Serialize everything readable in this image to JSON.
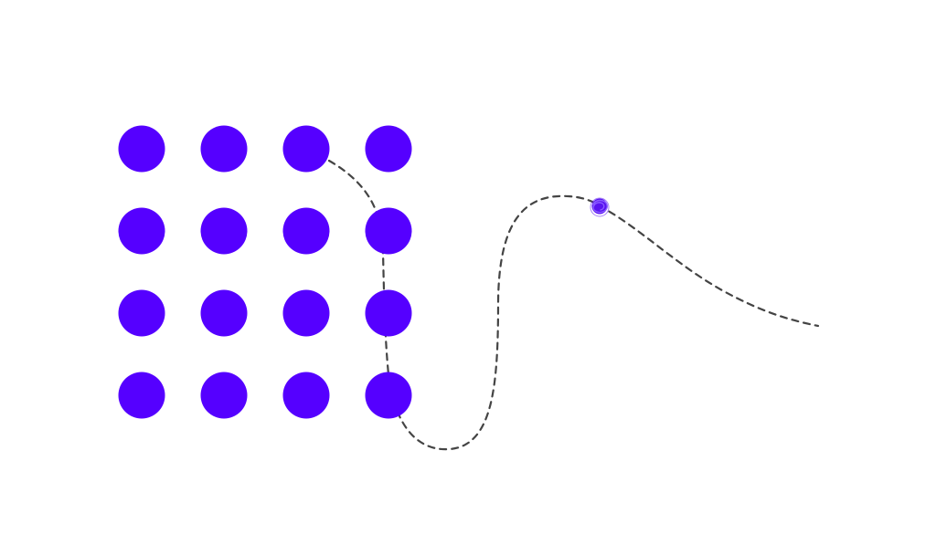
{
  "colors": {
    "background": "#ffffff",
    "dot": "#5500ff",
    "path": "#444444",
    "marker": "#5a14f0"
  },
  "dot_grid": {
    "rows": 4,
    "columns": 4
  },
  "path": {
    "style": "dashed"
  },
  "marker": {
    "icon": "scribbled-dot-icon"
  }
}
